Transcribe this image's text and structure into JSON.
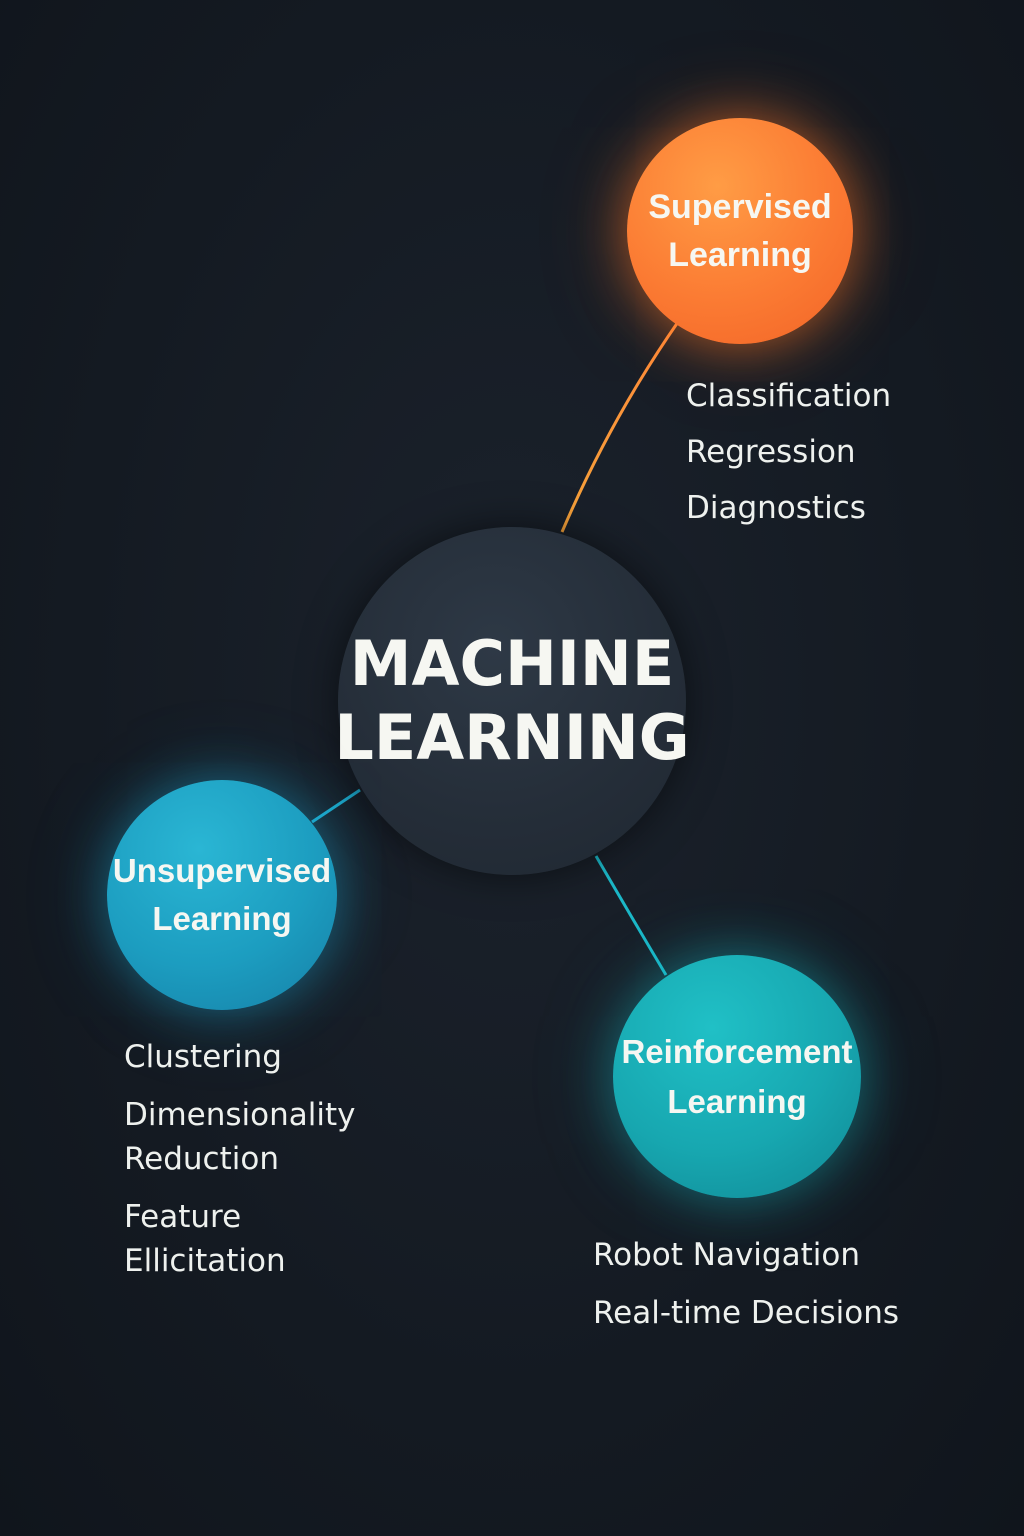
{
  "center": {
    "line1": "MACHINE",
    "line2": "LEARNING",
    "color": "#252e39"
  },
  "branches": {
    "supervised": {
      "title_line1": "Supervised",
      "title_line2": "Learning",
      "color": "#fb7b33",
      "items": [
        "Classification",
        "Regression",
        "Diagnostics"
      ]
    },
    "unsupervised": {
      "title_line1": "Unsupervised",
      "title_line2": "Learning",
      "color": "#1c9dc0",
      "items": [
        "Clustering",
        "Dimensionality Reduction",
        "Feature Ellicitation"
      ]
    },
    "reinforcement": {
      "title_line1": "Reinforcement",
      "title_line2": "Learning",
      "color": "#17a7b0",
      "items": [
        "Robot Navigation",
        "Real-time Decisions"
      ]
    }
  },
  "colors": {
    "background": "#141a22",
    "text": "#f6f7f2",
    "supervised_connector": "#f5a23a",
    "unsupervised_connector": "#1ea7c9",
    "reinforcement_connector": "#1cb8c8"
  }
}
